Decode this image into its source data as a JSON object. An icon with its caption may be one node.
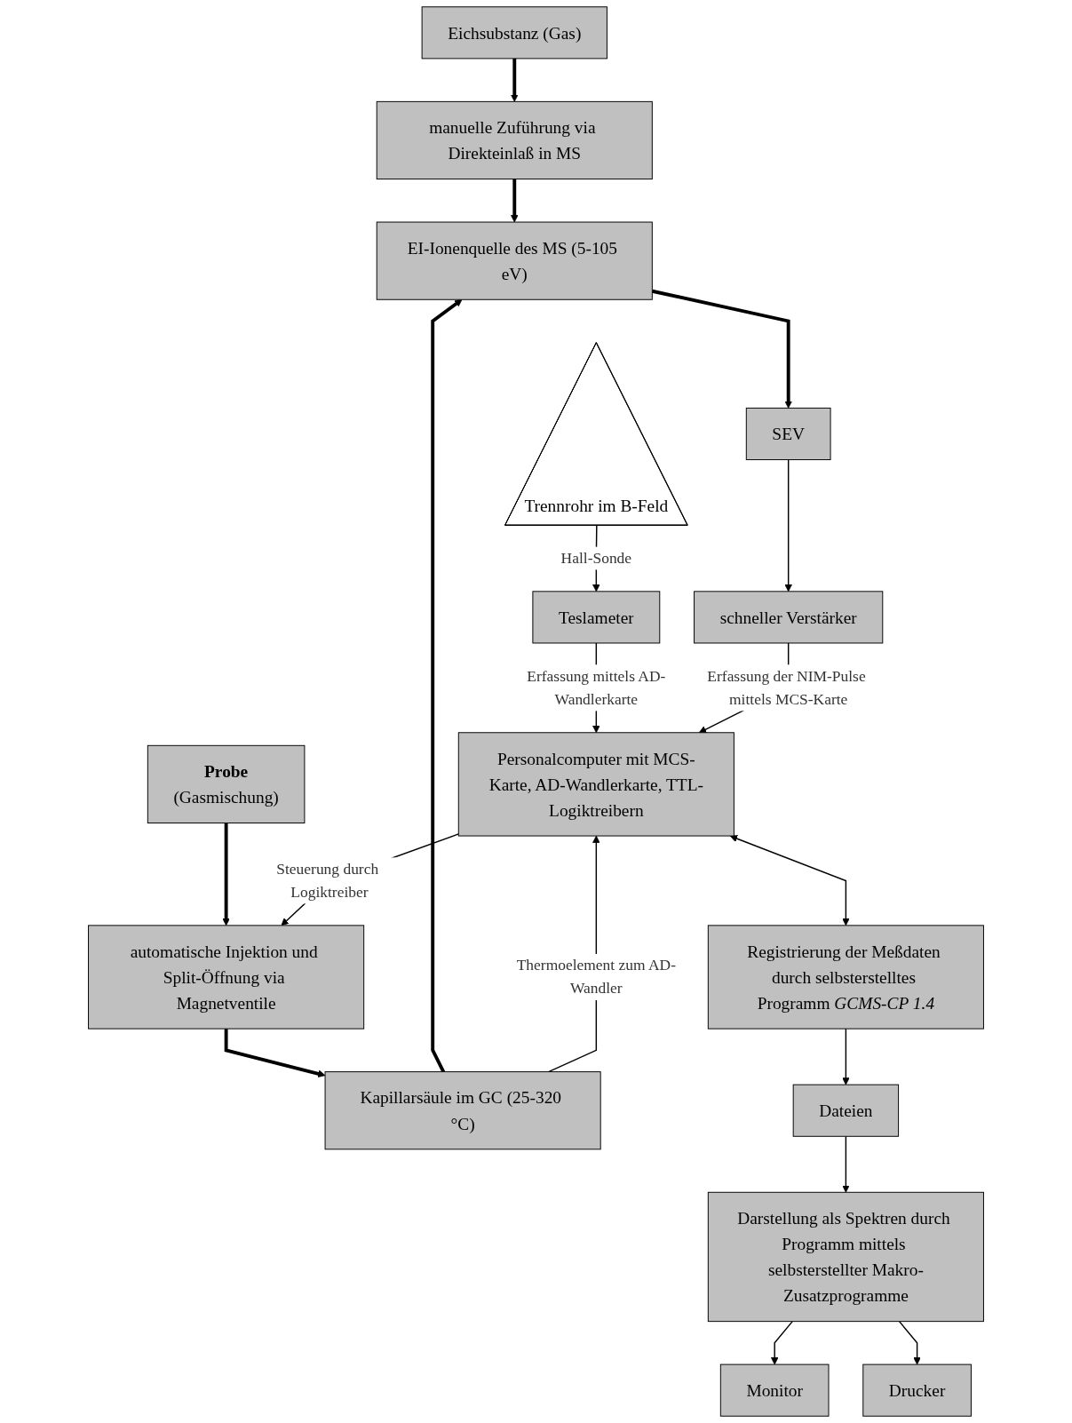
{
  "diagram": {
    "nodes": [
      {
        "text": [
          "Eichsubstanz (Gas)"
        ]
      },
      {
        "text": [
          "manuelle Zuführung via Direkteinlaß in MS"
        ]
      },
      {
        "text": [
          "EI-Ionenquelle des MS (5-105 eV)"
        ]
      },
      {
        "text": [
          "Trennrohr im B-Feld"
        ]
      },
      {
        "text": [
          "Teslameter"
        ]
      },
      {
        "text": [
          "SEV"
        ]
      },
      {
        "text": [
          "Kapillarsäule im GC (25-320 °C)"
        ]
      },
      {
        "text": [
          "schneller Verstärker"
        ]
      },
      {
        "text": [
          "automatische Injektion und Split-Öffnung via Magnetventile"
        ]
      },
      {
        "text": [
          "Personalcomputer mit MCS-Karte, AD-Wandlerkarte, TTL-Logiktreibern"
        ]
      },
      {
        "text": [
          "Probe",
          "(Gasmischung)"
        ]
      },
      {
        "text": [
          "Registrierung der Meßdaten durch selbsterstelltes Programm *GCMS-CP 1.4*"
        ]
      },
      {
        "text": [
          "Dateien"
        ]
      },
      {
        "text": [
          "Darstellung als Spektren durch Programm mittels selbsterstellter Makro-Zusatzprogramme"
        ]
      },
      {
        "text": [
          "Monitor"
        ]
      },
      {
        "text": [
          "Drucker"
        ]
      }
    ],
    "edges": [
      {
        "from": 0,
        "to": 1,
        "arrow": "to",
        "style": "thick"
      },
      {
        "from": 1,
        "to": 2,
        "arrow": "to",
        "style": "thick"
      },
      {
        "from": 10,
        "to": 8,
        "arrow": "to",
        "style": "thick"
      },
      {
        "from": 8,
        "to": 6,
        "arrow": "to",
        "style": "thick"
      },
      {
        "from": 6,
        "to": 2,
        "arrow": "to",
        "style": "thick"
      },
      {
        "from": 2,
        "to": 5,
        "arrow": "to",
        "style": "thick"
      },
      {
        "from": 3,
        "to": 4,
        "arrow": "to",
        "label": "Hall-Sonde"
      },
      {
        "from": 5,
        "to": 7,
        "arrow": "to"
      },
      {
        "from": 6,
        "to": 9,
        "arrow": "to",
        "label": "Thermoelement zum AD-Wandler"
      },
      {
        "from": 4,
        "to": 9,
        "arrow": "to",
        "label": "Erfassung mittels AD-Wandlerkarte"
      },
      {
        "from": 7,
        "to": 9,
        "arrow": "to",
        "label": "Erfassung der NIM-Pulse mittels MCS-Karte"
      },
      {
        "from": 9,
        "to": 8,
        "arrow": "to",
        "label": "Steuerung durch Logiktreiber"
      },
      {
        "from": 9,
        "to": 11,
        "arrow": "both"
      },
      {
        "from": 11,
        "to": 12,
        "arrow": "to"
      },
      {
        "from": 12,
        "to": 13,
        "arrow": "to"
      },
      {
        "from": 13,
        "to": 14,
        "arrow": "to"
      },
      {
        "from": 13,
        "to": 15,
        "arrow": "to"
      }
    ]
  }
}
